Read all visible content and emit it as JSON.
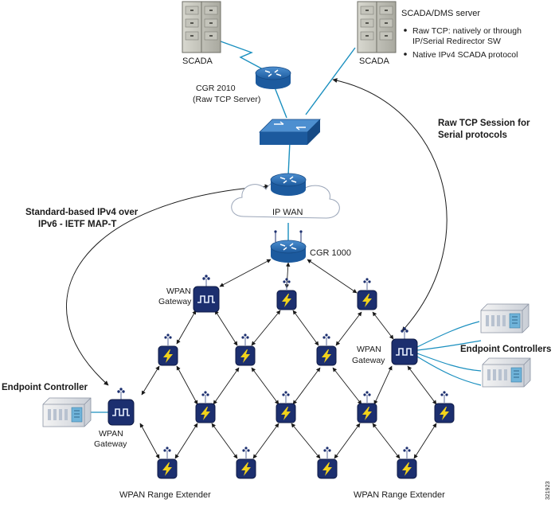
{
  "labels": {
    "scada_left": "SCADA",
    "scada_right": "SCADA",
    "server_title": "SCADA/DMS server",
    "bullet1_line1": "Raw TCP: natively or through",
    "bullet1_line2": "IP/Serial Redirector SW",
    "bullet2": "Native IPv4 SCADA protocol",
    "cgr2010_line1": "CGR 2010",
    "cgr2010_line2": "(Raw TCP Server)",
    "raw_tcp_line1": "Raw TCP Session for",
    "raw_tcp_line2": "Serial protocols",
    "std_line1": "Standard-based IPv4 over",
    "std_line2": "IPv6 - IETF MAP-T",
    "ip_wan": "IP WAN",
    "cgr1000": "CGR 1000",
    "wpan_gw_top_line1": "WPAN",
    "wpan_gw_top_line2": "Gateway",
    "wpan_gw_right_line1": "WPAN",
    "wpan_gw_right_line2": "Gateway",
    "wpan_gw_left_line1": "WPAN",
    "wpan_gw_left_line2": "Gateway",
    "endpoint_controllers": "Endpoint Controllers",
    "endpoint_controller": "Endpoint Controller",
    "range_ext_left": "WPAN Range Extender",
    "range_ext_right": "WPAN Range Extender",
    "figure_id": "321923"
  },
  "colors": {
    "device_blue": "#1f5fa3",
    "node_navy": "#1c2f6f",
    "bolt_yellow": "#f2d21b",
    "link_teal": "#1a8fbf"
  }
}
